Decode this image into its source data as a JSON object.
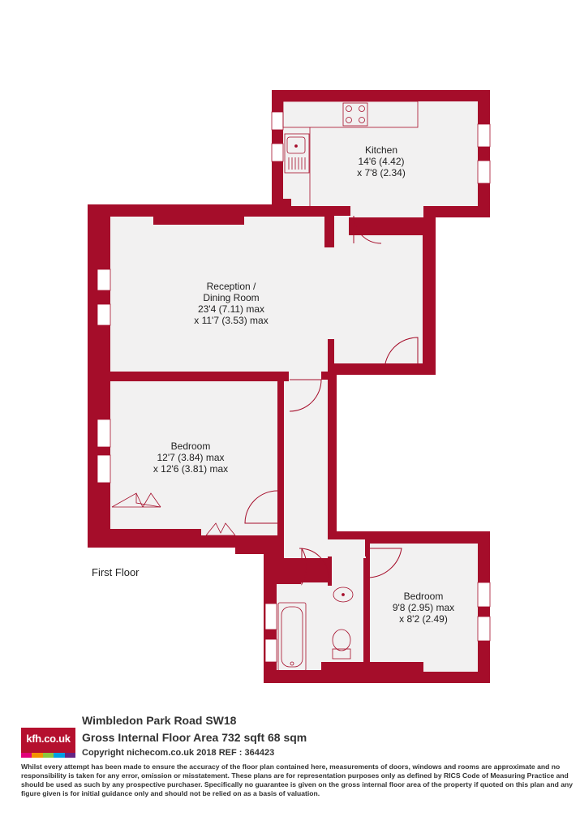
{
  "colors": {
    "wall": "#a50d2a",
    "floor": "#f2f1f1",
    "accent": "#b5102e"
  },
  "rooms": {
    "kitchen": {
      "name": "Kitchen",
      "dim1": "14'6 (4.42)",
      "dim2": "x 7'8 (2.34)"
    },
    "reception": {
      "name1": "Reception /",
      "name2": "Dining Room",
      "dim1": "23'4 (7.11) max",
      "dim2": "x 11'7 (3.53) max"
    },
    "bedroom1": {
      "name": "Bedroom",
      "dim1": "12'7 (3.84) max",
      "dim2": "x 12'6 (3.81) max"
    },
    "bedroom2": {
      "name": "Bedroom",
      "dim1": "9'8 (2.95) max",
      "dim2": "x 8'2 (2.49)"
    }
  },
  "floor_label": "First Floor",
  "footer": {
    "logo": "kfh.co.uk",
    "logo_colors": [
      "#e2007a",
      "#f39200",
      "#8bc53f",
      "#009fe3",
      "#662483"
    ],
    "address": "Wimbledon Park Road  SW18",
    "area": "Gross Internal Floor Area 732 sqft 68 sqm",
    "copyright": "Copyright nichecom.co.uk 2018 REF : 364423",
    "disclaimer": "Whilst every attempt has been made to ensure the accuracy of the floor plan contained here, measurements of doors, windows and rooms are approximate and no responsibility is taken for any error, omission or misstatement.  These plans are for representation purposes only as defined by RICS Code of Measuring Practice and should be used as such by any prospective purchaser.  Specifically no guarantee is given on the gross internal floor area of the property if quoted on this plan and any figure given is for initial guidance only and should not be relied on as a basis of valuation."
  }
}
